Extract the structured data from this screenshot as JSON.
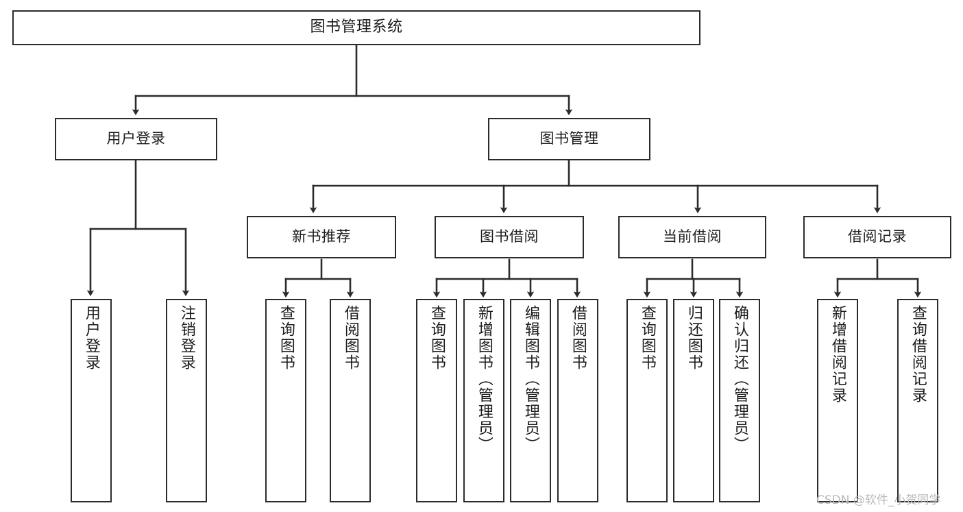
{
  "diagram": {
    "title": "图书管理系统",
    "type": "tree-hierarchy-functional-structure",
    "colors": {
      "box_border": "#2b2b2b",
      "box_fill": "#ffffff",
      "edge": "#2b2b2b",
      "text": "#1c1c1c",
      "watermark": "#b9b9b9",
      "background": "#ffffff"
    },
    "levels": {
      "root": "图书管理系统",
      "level2": [
        "用户登录",
        "图书管理"
      ],
      "level3": [
        "新书推荐",
        "图书借阅",
        "当前借阅",
        "借阅记录"
      ]
    }
  },
  "nodes": {
    "root": {
      "label": "图书管理系统"
    },
    "user_login": {
      "label": "用户登录"
    },
    "book_manage": {
      "label": "图书管理"
    },
    "new_book_rec": {
      "label": "新书推荐"
    },
    "book_borrow": {
      "label": "图书借阅"
    },
    "current_borrow": {
      "label": "当前借阅"
    },
    "borrow_record": {
      "label": "借阅记录"
    }
  },
  "leaves": {
    "user_login_children": [
      {
        "label": "用户登录"
      },
      {
        "label": "注销登录"
      }
    ],
    "new_book_rec_children": [
      {
        "label": "查询图书"
      },
      {
        "label": "借阅图书"
      }
    ],
    "book_borrow_children": [
      {
        "label": "查询图书"
      },
      {
        "label": "新增图书（管理员）"
      },
      {
        "label": "编辑图书（管理员）"
      },
      {
        "label": "借阅图书"
      }
    ],
    "current_borrow_children": [
      {
        "label": "查询图书"
      },
      {
        "label": "归还图书"
      },
      {
        "label": "确认归还（管理员）"
      }
    ],
    "borrow_record_children": [
      {
        "label": "新增借阅记录"
      },
      {
        "label": "查询借阅记录"
      }
    ]
  },
  "watermark": {
    "text": "CSDN @软件_小贺同学"
  }
}
